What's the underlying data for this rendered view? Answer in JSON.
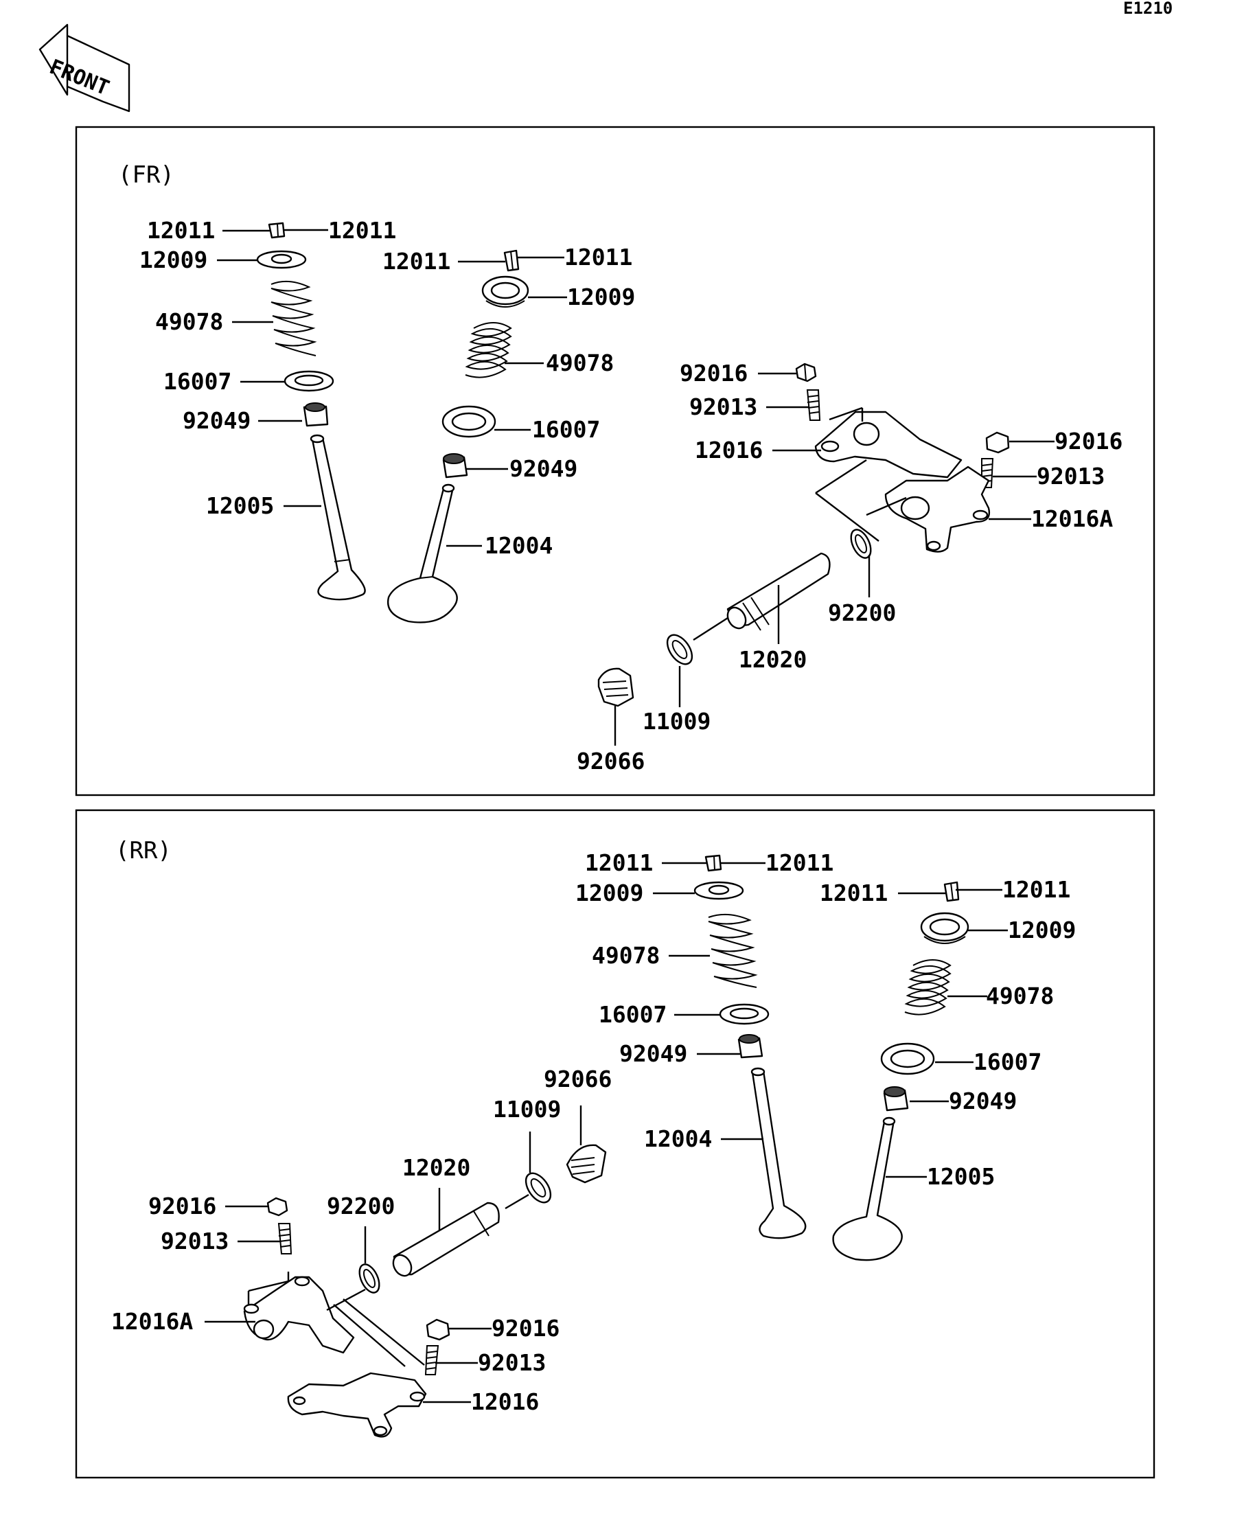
{
  "diagram_code": "E1210",
  "front_arrow": {
    "text": "FRONT",
    "icon": "front-arrow-icon"
  },
  "sections": {
    "fr": {
      "title": "(FR)",
      "labels": {
        "cotter_left_a": "12011",
        "cotter_left_b": "12011",
        "retainer_left": "12009",
        "spring_left": "49078",
        "seat_left": "16007",
        "seal_left": "92049",
        "valve_left": "12005",
        "cotter_right_a": "12011",
        "cotter_right_b": "12011",
        "retainer_right": "12009",
        "spring_right": "49078",
        "seat_right": "16007",
        "seal_right": "92049",
        "valve_right": "12004",
        "nut_a": "92016",
        "screw_a": "92013",
        "rocker_a": "12016",
        "nut_b": "92016",
        "screw_b": "92013",
        "rocker_b": "12016A",
        "oring_shaft": "92200",
        "shaft": "12020",
        "gasket": "11009",
        "plug": "92066"
      }
    },
    "rr": {
      "title": "(RR)",
      "labels": {
        "cotter_left_a": "12011",
        "cotter_left_b": "12011",
        "retainer_left": "12009",
        "spring_left": "49078",
        "seat_left": "16007",
        "seal_left": "92049",
        "valve_left": "12004",
        "cotter_right_a": "12011",
        "cotter_right_b": "12011",
        "retainer_right": "12009",
        "spring_right": "49078",
        "seat_right": "16007",
        "seal_right": "92049",
        "valve_right": "12005",
        "plug": "92066",
        "gasket": "11009",
        "shaft": "12020",
        "oring_shaft": "92200",
        "nut_a": "92016",
        "screw_a": "92013",
        "rocker_a": "12016A",
        "nut_b": "92016",
        "screw_b": "92013",
        "rocker_b": "12016"
      }
    }
  }
}
